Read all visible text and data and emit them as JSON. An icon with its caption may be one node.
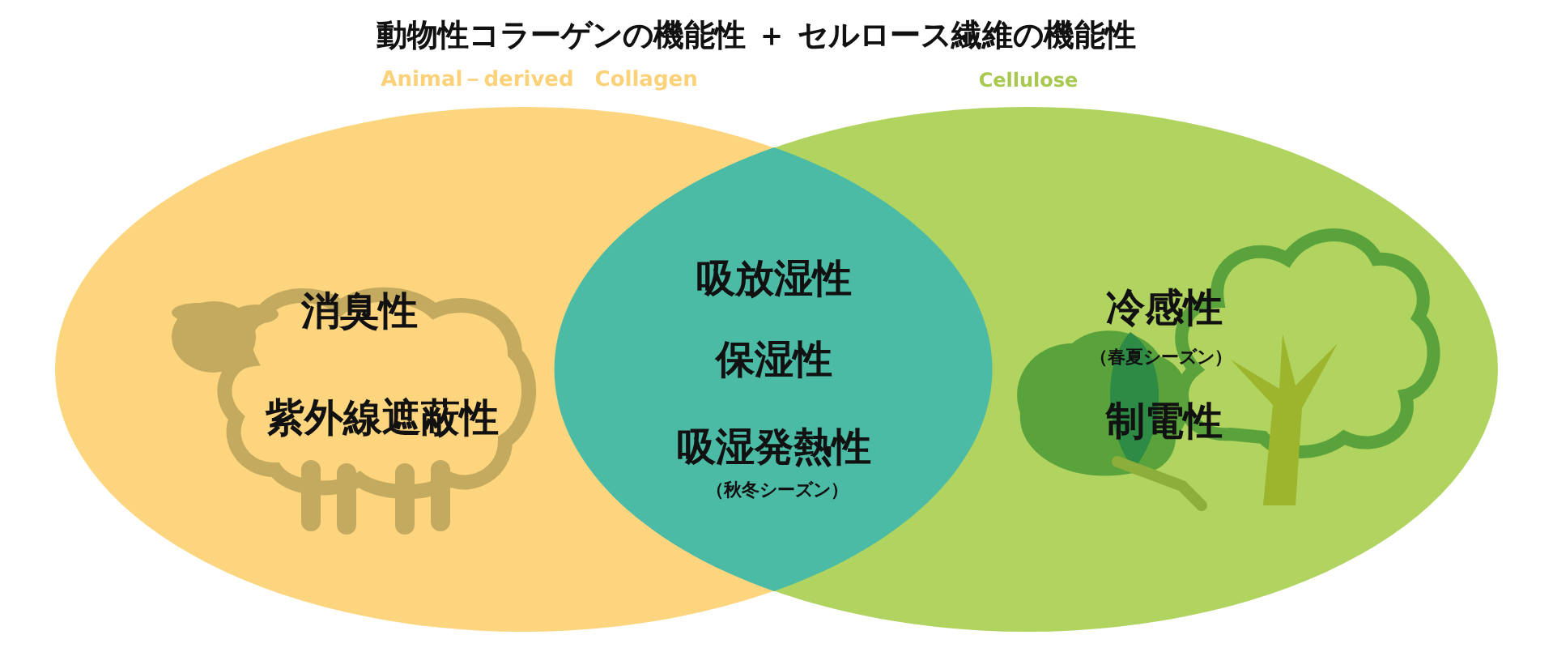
{
  "diagram": {
    "title": "動物性コラーゲンの機能性 ＋ セルロース繊維の機能性",
    "nodes": [
      {
        "text": [
          "Animal－derived　Collagen",
          "消臭性",
          "紫外線遮蔽性"
        ]
      },
      {
        "text": [
          "吸放湿性",
          "保湿性",
          "吸湿発熱性",
          "（秋冬シーズン）"
        ]
      },
      {
        "text": [
          "Cellulose",
          "冷感性",
          "（春夏シーズン）",
          "制電性"
        ]
      }
    ],
    "edges": []
  }
}
